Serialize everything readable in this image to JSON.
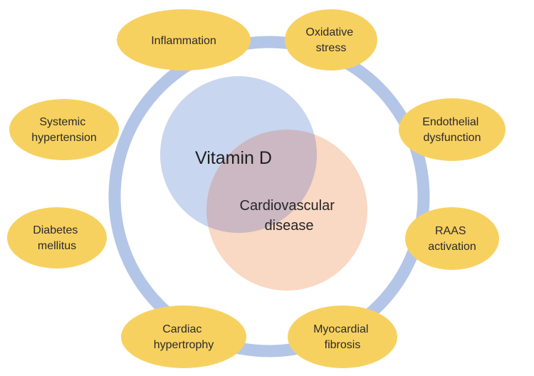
{
  "center": {
    "primary_label": "Vitamin D",
    "secondary_label_lines": [
      "Cardiovascular",
      "disease"
    ]
  },
  "factors": [
    {
      "lines": [
        "Inflammation"
      ]
    },
    {
      "lines": [
        "Oxidative",
        "stress"
      ]
    },
    {
      "lines": [
        "Systemic",
        "hypertension"
      ]
    },
    {
      "lines": [
        "Endothelial",
        "dysfunction"
      ]
    },
    {
      "lines": [
        "Diabetes",
        "mellitus"
      ]
    },
    {
      "lines": [
        "RAAS",
        "activation"
      ]
    },
    {
      "lines": [
        "Cardiac",
        "hypertrophy"
      ]
    },
    {
      "lines": [
        "Myocardial",
        "fibrosis"
      ]
    }
  ],
  "colors": {
    "ring": "#b4c6e7",
    "ring_inner": "#ffffff",
    "oval_fill": "#f7d160",
    "vitamin_circle": "#c8d6ef",
    "cvd_circle": "#f9d8c4",
    "overlap": "#cbb8c2"
  }
}
